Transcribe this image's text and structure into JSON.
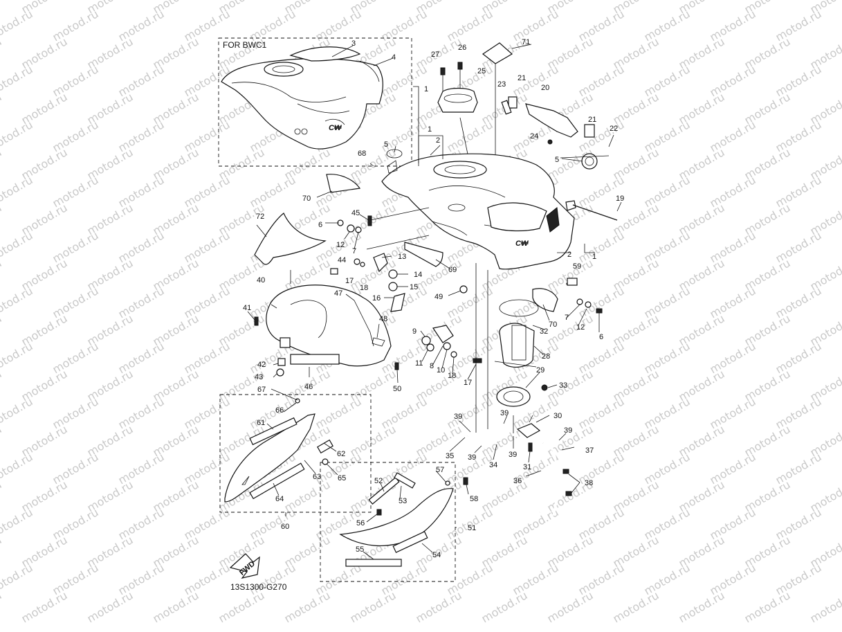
{
  "diagram": {
    "watermark": "motod.ru",
    "group_label_top": "FOR BWC1",
    "fwd_label": "FWD",
    "figure_code": "13S1300-G270",
    "callouts": [
      {
        "id": "c1a",
        "text": "1"
      },
      {
        "id": "c1b",
        "text": "1"
      },
      {
        "id": "c1c",
        "text": "1"
      },
      {
        "id": "c2a",
        "text": "2"
      },
      {
        "id": "c2b",
        "text": "2"
      },
      {
        "id": "c3",
        "text": "3"
      },
      {
        "id": "c4",
        "text": "4"
      },
      {
        "id": "c5a",
        "text": "5"
      },
      {
        "id": "c5b",
        "text": "5"
      },
      {
        "id": "c6a",
        "text": "6"
      },
      {
        "id": "c6b",
        "text": "6"
      },
      {
        "id": "c7a",
        "text": "7"
      },
      {
        "id": "c7b",
        "text": "7"
      },
      {
        "id": "c8",
        "text": "8"
      },
      {
        "id": "c9",
        "text": "9"
      },
      {
        "id": "c10",
        "text": "10"
      },
      {
        "id": "c11",
        "text": "11"
      },
      {
        "id": "c12a",
        "text": "12"
      },
      {
        "id": "c12b",
        "text": "12"
      },
      {
        "id": "c13",
        "text": "13"
      },
      {
        "id": "c14",
        "text": "14"
      },
      {
        "id": "c15",
        "text": "15"
      },
      {
        "id": "c16",
        "text": "16"
      },
      {
        "id": "c17a",
        "text": "17"
      },
      {
        "id": "c17b",
        "text": "17"
      },
      {
        "id": "c18a",
        "text": "18"
      },
      {
        "id": "c18b",
        "text": "18"
      },
      {
        "id": "c19",
        "text": "19"
      },
      {
        "id": "c20",
        "text": "20"
      },
      {
        "id": "c21a",
        "text": "21"
      },
      {
        "id": "c21b",
        "text": "21"
      },
      {
        "id": "c22",
        "text": "22"
      },
      {
        "id": "c23",
        "text": "23"
      },
      {
        "id": "c24",
        "text": "24"
      },
      {
        "id": "c25",
        "text": "25"
      },
      {
        "id": "c26",
        "text": "26"
      },
      {
        "id": "c27",
        "text": "27"
      },
      {
        "id": "c28",
        "text": "28"
      },
      {
        "id": "c29",
        "text": "29"
      },
      {
        "id": "c30",
        "text": "30"
      },
      {
        "id": "c31",
        "text": "31"
      },
      {
        "id": "c32",
        "text": "32"
      },
      {
        "id": "c33",
        "text": "33"
      },
      {
        "id": "c34",
        "text": "34"
      },
      {
        "id": "c35",
        "text": "35"
      },
      {
        "id": "c36",
        "text": "36"
      },
      {
        "id": "c37",
        "text": "37"
      },
      {
        "id": "c38",
        "text": "38"
      },
      {
        "id": "c39a",
        "text": "39"
      },
      {
        "id": "c39b",
        "text": "39"
      },
      {
        "id": "c39c",
        "text": "39"
      },
      {
        "id": "c39d",
        "text": "39"
      },
      {
        "id": "c39e",
        "text": "39"
      },
      {
        "id": "c40",
        "text": "40"
      },
      {
        "id": "c41",
        "text": "41"
      },
      {
        "id": "c42",
        "text": "42"
      },
      {
        "id": "c43",
        "text": "43"
      },
      {
        "id": "c44",
        "text": "44"
      },
      {
        "id": "c45",
        "text": "45"
      },
      {
        "id": "c46",
        "text": "46"
      },
      {
        "id": "c47",
        "text": "47"
      },
      {
        "id": "c48",
        "text": "48"
      },
      {
        "id": "c49",
        "text": "49"
      },
      {
        "id": "c50",
        "text": "50"
      },
      {
        "id": "c51",
        "text": "51"
      },
      {
        "id": "c52",
        "text": "52"
      },
      {
        "id": "c53",
        "text": "53"
      },
      {
        "id": "c54",
        "text": "54"
      },
      {
        "id": "c55",
        "text": "55"
      },
      {
        "id": "c56",
        "text": "56"
      },
      {
        "id": "c57",
        "text": "57"
      },
      {
        "id": "c58",
        "text": "58"
      },
      {
        "id": "c59",
        "text": "59"
      },
      {
        "id": "c60",
        "text": "60"
      },
      {
        "id": "c61",
        "text": "61"
      },
      {
        "id": "c62",
        "text": "62"
      },
      {
        "id": "c63",
        "text": "63"
      },
      {
        "id": "c64",
        "text": "64"
      },
      {
        "id": "c65",
        "text": "65"
      },
      {
        "id": "c66",
        "text": "66"
      },
      {
        "id": "c67",
        "text": "67"
      },
      {
        "id": "c68",
        "text": "68"
      },
      {
        "id": "c69",
        "text": "69"
      },
      {
        "id": "c70a",
        "text": "70"
      },
      {
        "id": "c70b",
        "text": "70"
      },
      {
        "id": "c71",
        "text": "71"
      },
      {
        "id": "c72",
        "text": "72"
      }
    ]
  }
}
